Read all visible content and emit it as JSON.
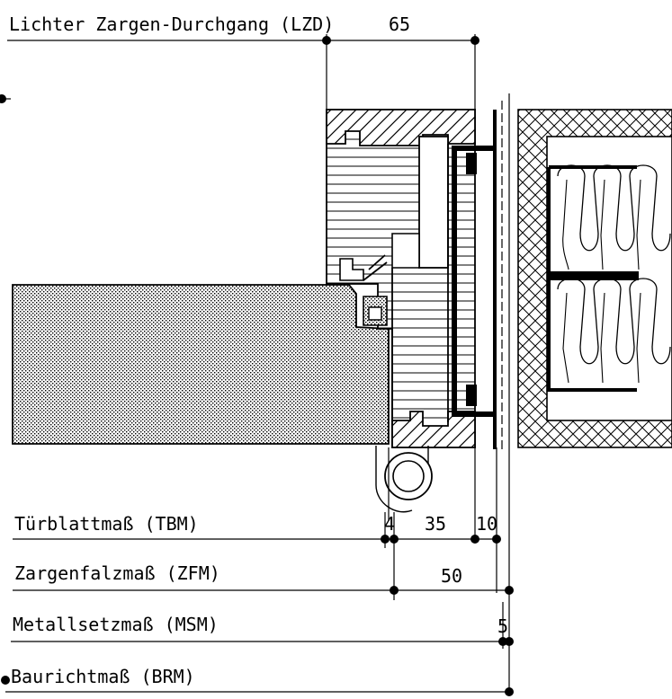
{
  "labels": {
    "lzd": "Lichter Zargen-Durchgang (LZD)",
    "tbm": "Türblattmaß (TBM)",
    "zfm": "Zargenfalzmaß (ZFM)",
    "msm": "Metallsetzmaß (MSM)",
    "brm": "Baurichtmaß (BRM)"
  },
  "dimensions": {
    "d65": "65",
    "d4": "4",
    "d35": "35",
    "d10": "10",
    "d50": "50",
    "d5": "5"
  }
}
